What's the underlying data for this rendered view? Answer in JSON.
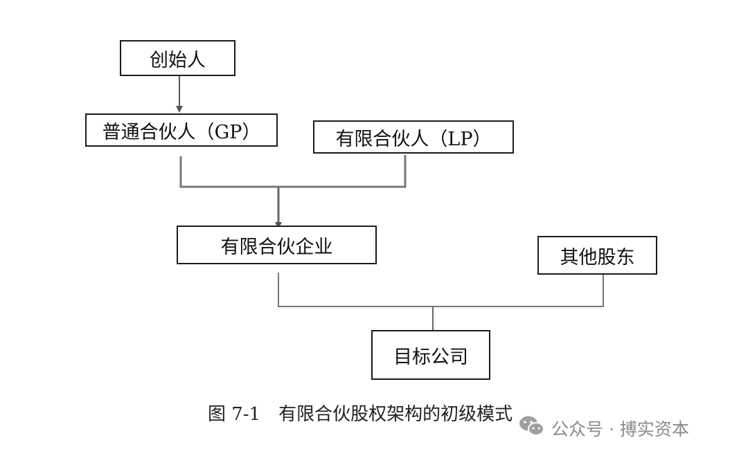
{
  "nodes": {
    "founder": "创始人",
    "gp": "普通合伙人（GP）",
    "lp": "有限合伙人（LP）",
    "lp_enterprise": "有限合伙企业",
    "other_shareholders": "其他股东",
    "target_company": "目标公司"
  },
  "caption": "图 7-1　有限合伙股权架构的初级模式",
  "watermark": {
    "icon": "wechat-icon",
    "text": "公众号 · 搏实资本"
  }
}
